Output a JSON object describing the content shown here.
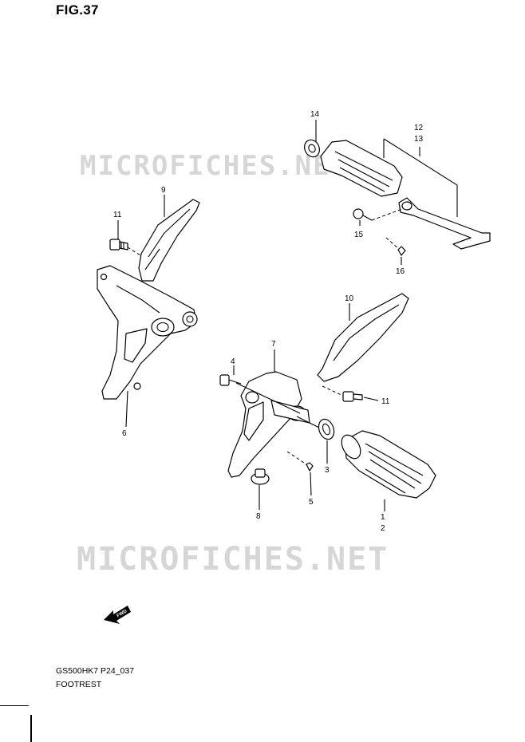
{
  "header": {
    "fig_title": "FIG.37"
  },
  "watermark": {
    "top": "MICROFICHES.NET",
    "bottom": "MICROFICHES.NET"
  },
  "footer": {
    "model_code": "GS500HK7 P24_037",
    "section_name": "FOOTREST"
  },
  "fwd_badge": "FWD",
  "callouts": {
    "c1": "1",
    "c2": "2",
    "c3": "3",
    "c4": "4",
    "c5": "5",
    "c6": "6",
    "c7": "7",
    "c8": "8",
    "c9": "9",
    "c10": "10",
    "c11a": "11",
    "c11b": "11",
    "c12": "12",
    "c13": "13",
    "c14": "14",
    "c15": "15",
    "c16": "16"
  },
  "colors": {
    "line": "#000000",
    "watermark": "#d6d6d6",
    "background": "#ffffff"
  }
}
